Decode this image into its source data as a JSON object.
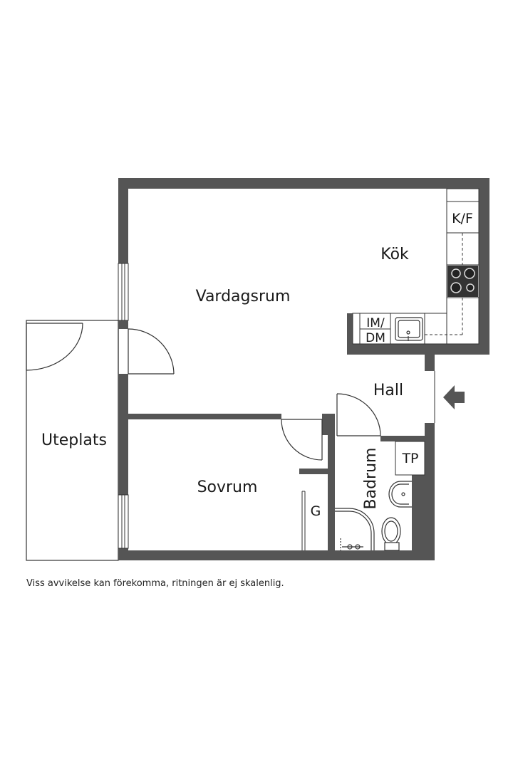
{
  "rooms": {
    "vardagsrum": "Vardagsrum",
    "kok": "Kök",
    "hall": "Hall",
    "sovrum": "Sovrum",
    "badrum": "Badrum",
    "uteplats": "Uteplats"
  },
  "fixtures": {
    "kf": "K/F",
    "im": "IM/",
    "dm": "DM",
    "tp": "TP",
    "g": "G"
  },
  "disclaimer": "Viss avvikelse kan förekomma, ritningen är ej skalenlig.",
  "colors": {
    "wall": "#555555",
    "line": "#333333",
    "background": "#ffffff"
  },
  "icons": {
    "entrance": "entrance-arrow-icon"
  }
}
